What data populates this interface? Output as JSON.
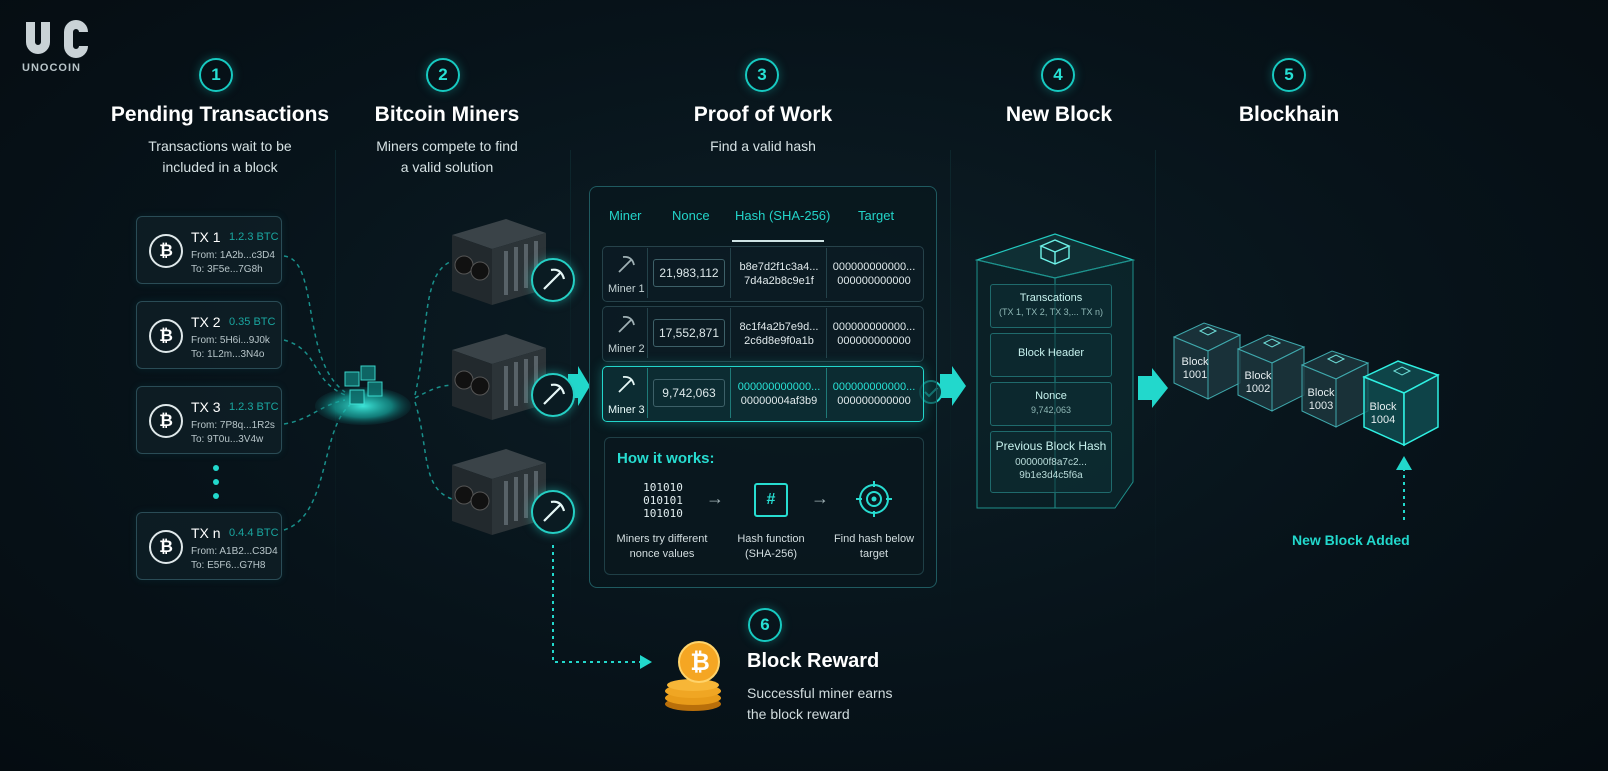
{
  "brand": {
    "name": "UNOCOIN",
    "mark_icon": "unocoin-logo"
  },
  "colors": {
    "accent": "#22d8cc",
    "background": "#07131a",
    "bitcoin": "#f5a623"
  },
  "steps": [
    {
      "num": "1",
      "title": "Pending Transactions",
      "sub1": "Transactions wait to be",
      "sub2": "included in a block"
    },
    {
      "num": "2",
      "title": "Bitcoin Miners",
      "sub1": "Miners compete to find",
      "sub2": "a valid solution"
    },
    {
      "num": "3",
      "title": "Proof of Work",
      "sub1": "Find a valid hash",
      "sub2": ""
    },
    {
      "num": "4",
      "title": "New Block",
      "sub1": "",
      "sub2": ""
    },
    {
      "num": "5",
      "title": "Blockhain",
      "sub1": "",
      "sub2": ""
    }
  ],
  "transactions": [
    {
      "title": "TX 1",
      "amount": "1.2.3 BTC",
      "from": "From: 1A2b...c3D4",
      "to": "To: 3F5e...7G8h"
    },
    {
      "title": "TX 2",
      "amount": "0.35 BTC",
      "from": "From: 5H6i...9J0k",
      "to": "To: 1L2m...3N4o"
    },
    {
      "title": "TX 3",
      "amount": "1.2.3 BTC",
      "from": "From: 7P8q...1R2s",
      "to": "To: 9T0u...3V4w"
    },
    {
      "title": "TX n",
      "amount": "0.4.4 BTC",
      "from": "From: A1B2...C3D4",
      "to": "To: E5F6...G7H8"
    }
  ],
  "pow": {
    "headers": {
      "miner": "Miner",
      "nonce": "Nonce",
      "hash": "Hash (SHA-256)",
      "target": "Target"
    },
    "rows": [
      {
        "miner": "Miner 1",
        "nonce": "21,983,112",
        "hash1": "b8e7d2f1c3a4...",
        "hash2": "7d4a2b8c9e1f",
        "target1": "000000000000...",
        "target2": "000000000000"
      },
      {
        "miner": "Miner 2",
        "nonce": "17,552,871",
        "hash1": "8c1f4a2b7e9d...",
        "hash2": "2c6d8e9f0a1b",
        "target1": "000000000000...",
        "target2": "000000000000"
      },
      {
        "miner": "Miner 3",
        "nonce": "9,742,063",
        "hash1": "000000000000...",
        "hash2": "00000004af3b9",
        "target1": "000000000000...",
        "target2": "000000000000"
      }
    ],
    "how": {
      "title": "How it works:",
      "binary": [
        "101010",
        "010101",
        "101010"
      ],
      "arrow": "→",
      "hash_symbol": "#",
      "cap1a": "Miners try different",
      "cap1b": "nonce values",
      "cap2a": "Hash function",
      "cap2b": "(SHA-256)",
      "cap3a": "Find hash below",
      "cap3b": "target"
    }
  },
  "new_block": {
    "tx_title": "Transcations",
    "tx_sub": "(TX 1, TX 2, TX 3,... TX n)",
    "header": "Block Header",
    "nonce_title": "Nonce",
    "nonce_val": "9,742,063",
    "prev_title": "Previous Block Hash",
    "prev1": "000000f8a7c2...",
    "prev2": "9b1e3d4c5f6a"
  },
  "blockchain": {
    "blocks": [
      {
        "l1": "Block",
        "l2": "1001"
      },
      {
        "l1": "Block",
        "l2": "1002"
      },
      {
        "l1": "Block",
        "l2": "1003"
      },
      {
        "l1": "Block",
        "l2": "1004"
      }
    ],
    "added": "New Block Added"
  },
  "reward": {
    "num": "6",
    "title": "Block Reward",
    "sub1": "Successful miner earns",
    "sub2": "the block reward",
    "coin": "₿"
  }
}
